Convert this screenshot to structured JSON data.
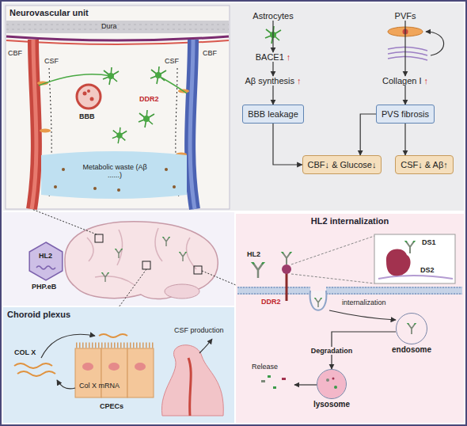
{
  "diagram": {
    "nodes": [
      {
        "text": [
          "Neurovascular unit"
        ]
      },
      {
        "text": [
          "Astrocytes"
        ]
      },
      {
        "text": [
          "BACE1",
          "↑"
        ]
      },
      {
        "text": [
          "Aβ synthesis",
          "↑"
        ]
      },
      {
        "text": [
          "BBB leakage"
        ]
      },
      {
        "text": [
          "PVFs"
        ]
      },
      {
        "text": [
          "Collagen I",
          "↑"
        ]
      },
      {
        "text": [
          "PVS fibrosis"
        ]
      },
      {
        "text": [
          "CBF↓ & Glucose↓"
        ]
      },
      {
        "text": [
          "CSF↓ & Aβ↑"
        ]
      },
      {
        "text": [
          "HL2 internalization"
        ]
      },
      {
        "text": [
          "DS1",
          "DS2"
        ],
        "in": 10
      },
      {
        "text": [
          "endosome"
        ],
        "in": 10
      },
      {
        "text": [
          "lysosome"
        ],
        "in": 10
      },
      {
        "text": [
          "Choroid plexus"
        ]
      }
    ],
    "edges": [
      {
        "from": 1,
        "to": 2,
        "arrow": "to"
      },
      {
        "from": 2,
        "to": 3,
        "arrow": "to"
      },
      {
        "from": 3,
        "to": 4,
        "arrow": "to"
      },
      {
        "from": 5,
        "to": 6,
        "arrow": "to"
      },
      {
        "from": 6,
        "to": 7,
        "arrow": "to"
      },
      {
        "from": 4,
        "to": 8,
        "arrow": "to"
      },
      {
        "from": 7,
        "to": 8,
        "arrow": "to"
      },
      {
        "from": 7,
        "to": 9,
        "arrow": "to"
      },
      {
        "from": 12,
        "to": 13,
        "label": "Degradation",
        "arrow": "to"
      }
    ],
    "labels": [
      "Dura",
      "CBF",
      "CSF",
      "CSF",
      "CBF",
      "DDR2",
      "BBB",
      "Metabolic waste (Aβ ......)",
      "HL2",
      "PHP.eB",
      "COL X",
      "Col X mRNA",
      "CPECs",
      "CSF production",
      "HL2",
      "DDR2",
      "internalization",
      "Release"
    ]
  }
}
